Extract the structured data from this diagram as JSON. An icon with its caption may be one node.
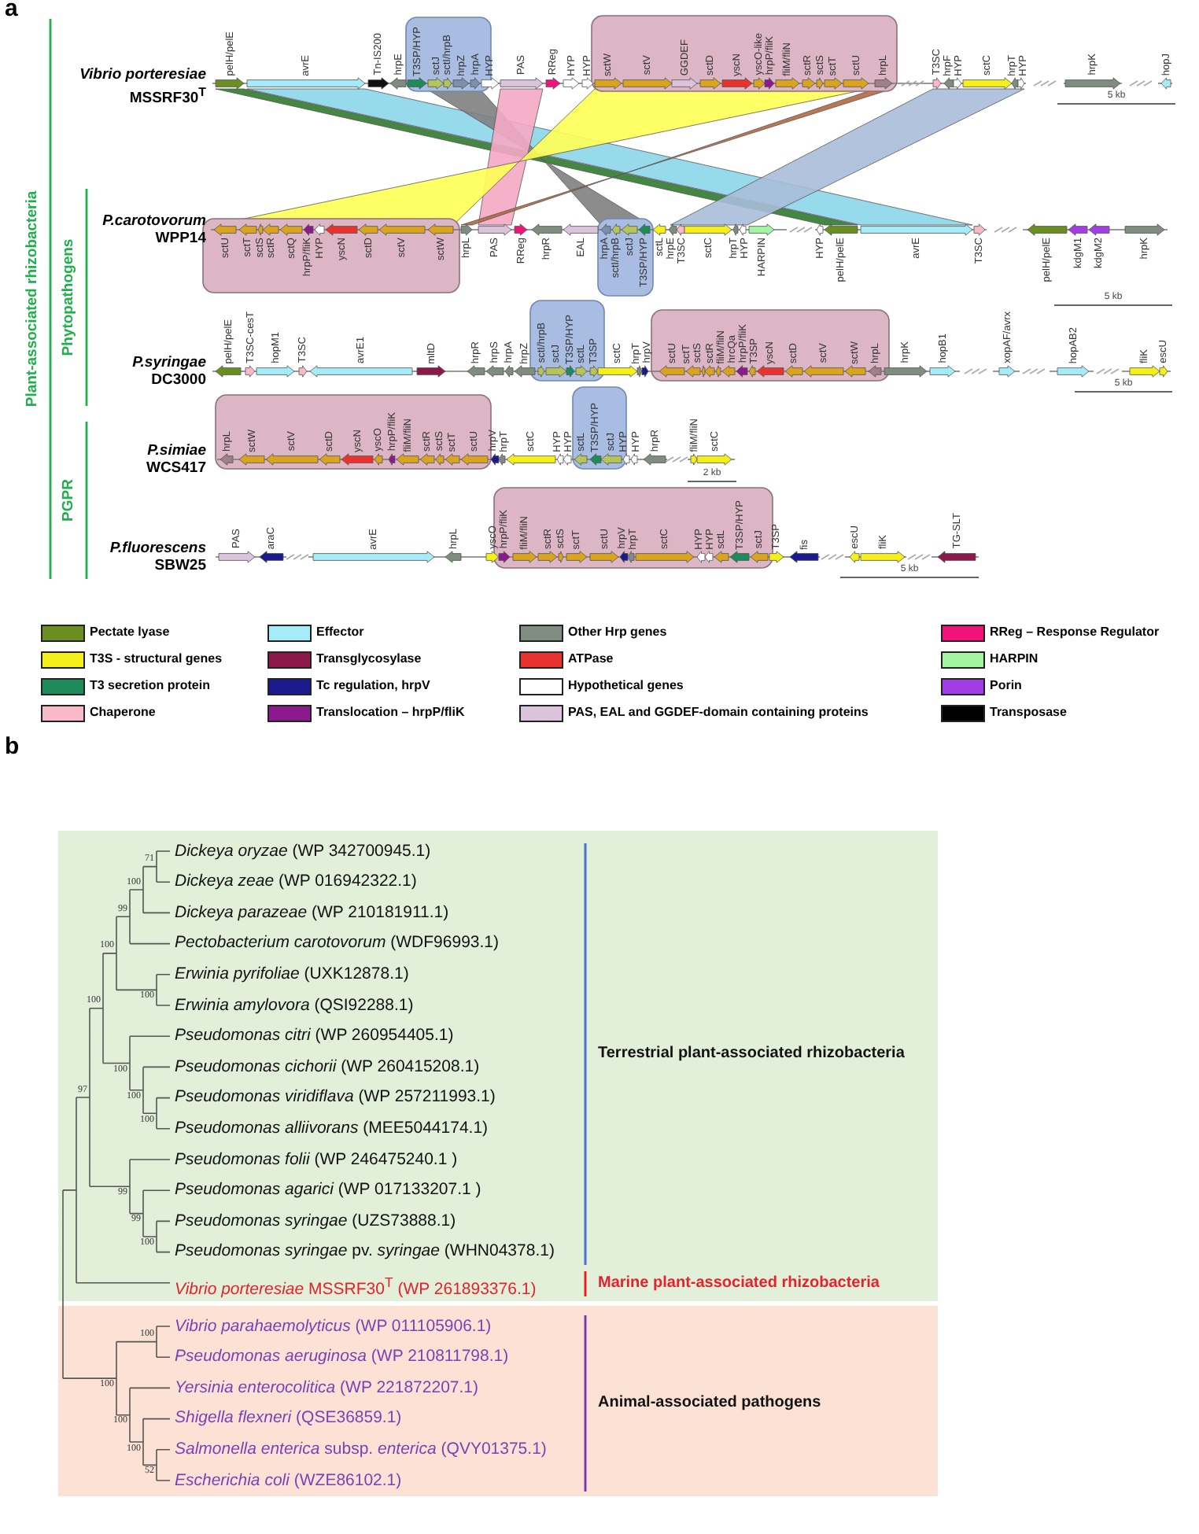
{
  "diagram": {
    "labels": [
      "a",
      "Plant-associated rhizobacteria",
      "Phytopathogens",
      "PGPR",
      "*Vibrio porteresiae* MSSRF30$^{T}$",
      "pelH/pelE",
      "avrE",
      "Tn-IS200",
      "hrpE",
      "T3SP/HYP",
      "sctJ",
      "sctI/hrpB",
      "hrpZ",
      "hrpA",
      "HYP",
      "PAS",
      "RReg",
      "HYP",
      "HYP",
      "sctW",
      "sctV",
      "GGDEF",
      "sctD",
      "yscN",
      "yscO-like",
      "hrpP/fliK",
      "fliM/fliN",
      "sctR",
      "sctS",
      "sctT",
      "sctU",
      "hrpL",
      "T3SC",
      "hrpF",
      "HYP",
      "sctC",
      "hrpT",
      "HYP",
      "hrpK",
      "hopJ",
      "5 kb",
      "*P.carotovorum* WPP14",
      "sctU",
      "sctT",
      "sctS",
      "sctR",
      "sctQ",
      "hrpP/fliK",
      "HYP",
      "yscN",
      "sctD",
      "sctV",
      "sctW",
      "hrpL",
      "PAS",
      "RReg",
      "hrpR",
      "EAL",
      "hrpA",
      "sctI/hrpB",
      "sctJ",
      "T3SP/HYP",
      "sctL",
      "hrpE",
      "T3SC",
      "sctC",
      "hrpT",
      "HYP",
      "HARPIN",
      "HYP",
      "pelH/pelE",
      "avrE",
      "T3SC",
      "pelH/pelE",
      "kdgM1",
      "kdgM2",
      "hrpK",
      "5 kb",
      "*P.syringae* DC3000",
      "pelH/pelE",
      "T3SC-cesT",
      "hopM1",
      "T3SC",
      "avrE1",
      "mltD",
      "hrpR",
      "hrpS",
      "hrpA",
      "hrpZ",
      "sctI/hrpB",
      "sctJ",
      "T3SP/HYP",
      "sctL",
      "T3SP",
      "sctC",
      "hrpT",
      "hrpV",
      "sctU",
      "sctT",
      "sctS",
      "sctR",
      "fliM/fliN",
      "hrcQa",
      "hrpP/fliK",
      "T3SP",
      "yscN",
      "sctD",
      "sctV",
      "sctW",
      "hrpL",
      "hrpK",
      "hopB1",
      "xopAF/avrx",
      "hopAB2",
      "fliK",
      "escU",
      "5 kb",
      "*P.simiae* WCS417",
      "hrpL",
      "sctW",
      "sctV",
      "sctD",
      "yscN",
      "yscO",
      "hrpP/fliK",
      "fliM/fliN",
      "sctR",
      "sctS",
      "sctT",
      "sctU",
      "hrpV",
      "hrpT",
      "sctC",
      "HYP",
      "HYP",
      "sctL",
      "T3SP/HYP",
      "sctJ",
      "HYP",
      "HYP",
      "hrpR",
      "fliM/fliN",
      "sctC",
      "2 kb",
      "*P.fluorescens* SBW25",
      "PAS",
      "araC",
      "avrE",
      "hrpL",
      "yscO",
      "hrpP/fliK",
      "fliM/fliN",
      "sctR",
      "sctS",
      "sctT",
      "sctU",
      "hrpV",
      "hrpT",
      "sctC",
      "HYP",
      "HYP",
      "sctL",
      "T3SP/HYP",
      "sctJ",
      "T3SP",
      "fis",
      "escU",
      "fliK",
      "TG-SLT",
      "5 kb",
      "b",
      "*Dickeya oryzae* (WP 342700945.1)",
      "*Dickeya zeae* (WP 016942322.1)",
      "*Dickeya parazeae* (WP 210181911.1)",
      "*Pectobacterium carotovorum* (WDF96993.1)",
      "*Erwinia pyrifoliae* (UXK12878.1)",
      "*Erwinia amylovora* (QSI92288.1)",
      "*Pseudomonas citri* (WP 260954405.1)",
      "*Pseudomonas cichorii* (WP 260415208.1)",
      "*Pseudomonas viridiflava* (WP 257211993.1)",
      "*Pseudomonas alliivorans* (MEE5044174.1)",
      "*Pseudomonas folii* (WP 246475240.1 )",
      "*Pseudomonas agarici* (WP 017133207.1 )",
      "*Pseudomonas syringae* (UZS73888.1)",
      "*Pseudomonas syringae* pv. *syringae* (WHN04378.1)",
      "*Vibrio porteresiae* MSSRF30$^{T}$ (WP 261893376.1)",
      "*Vibrio parahaemolyticus* (WP 011105906.1)",
      "*Pseudomonas aeruginosa* (WP 210811798.1)",
      "*Yersinia enterocolitica* (WP 221872207.1)",
      "*Shigella flexneri* (QSE36859.1)",
      "*Salmonella enterica* subsp. *enterica* (QVY01375.1)",
      "*Escherichia coli* (WZE86102.1)",
      "71",
      "100",
      "99",
      "100",
      "100",
      "100",
      "100",
      "97",
      "100",
      "100",
      "99",
      "99",
      "100",
      "100",
      "100",
      "100",
      "100",
      "52",
      "Terrestrial plant-associated rhizobacteria",
      "Marine plant-associated rhizobacteria",
      "Animal-associated pathogens"
    ],
    "legend": [
      {
        "text": "Pectate lyase",
        "color": "#6b8e23"
      },
      {
        "text": "Effector",
        "color": "#a6ecf8"
      },
      {
        "text": "Other Hrp genes",
        "color": "#7f8c7f"
      },
      {
        "text": "RReg – Response Regulator",
        "color": "#f0147a"
      },
      {
        "text": "T3S - structural genes",
        "color": "#f5f01a"
      },
      {
        "text": "Transglycosylase",
        "color": "#8b1a4b"
      },
      {
        "text": "ATPase",
        "color": "#e8322e"
      },
      {
        "text": "HARPIN",
        "color": "#a3f5a3"
      },
      {
        "text": "T3 secretion protein",
        "color": "#1e8c5a"
      },
      {
        "text": "Tc regulation, hrpV",
        "color": "#1a1a8c"
      },
      {
        "text": "Hypothetical genes",
        "color": "#ffffff"
      },
      {
        "text": "Porin",
        "color": "#a23de6"
      },
      {
        "text": "Chaperone",
        "color": "#f8b9c8"
      },
      {
        "text": "Translocation – hrpP/fliK",
        "color": "#8b1a8b"
      },
      {
        "text": "PAS, EAL and GGDEF-domain containing proteins",
        "color": "#dcc3dc"
      },
      {
        "text": "Transposase",
        "color": "#000000"
      }
    ]
  }
}
